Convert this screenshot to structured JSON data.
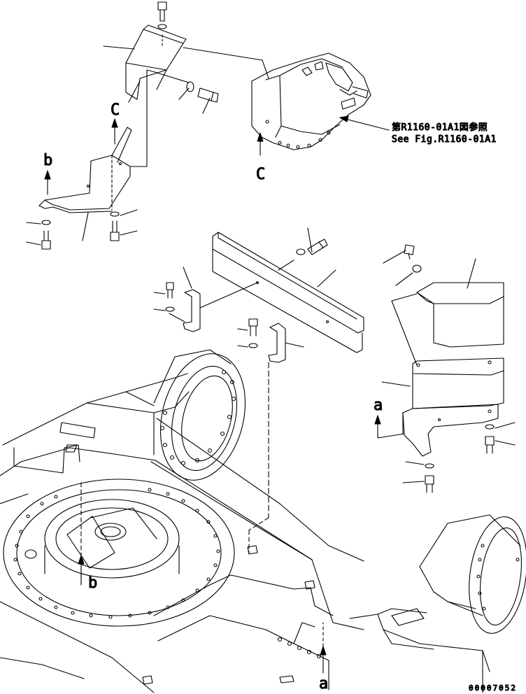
{
  "callouts": {
    "c_top": "C",
    "c_bottom": "C",
    "b_top": "b",
    "b_bottom": "b",
    "a_right": "a",
    "a_bottom": "a"
  },
  "reference": {
    "japanese": "第R1160-01A1図参照",
    "english": "See Fig.R1160-01A1"
  },
  "drawing_number": "00007052"
}
